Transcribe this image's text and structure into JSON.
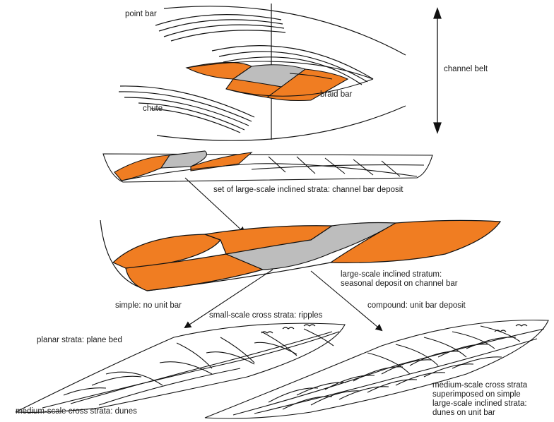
{
  "colors": {
    "orange": "#F07D22",
    "grey": "#BDBDBD",
    "line": "#111111"
  },
  "labels": {
    "point_bar": "point bar",
    "chute": "chute",
    "braid_bar": "braid bar",
    "channel_belt": "channel belt",
    "channel_bar_deposit": "set of large-scale inclined strata: channel bar deposit",
    "inclined_stratum_1": "large-scale inclined stratum:",
    "inclined_stratum_2": "seasonal deposit on channel bar",
    "simple": "simple: no unit bar",
    "compound": "compound: unit bar deposit",
    "ripples": "small-scale cross strata: ripples",
    "plane_bed": "planar strata: plane bed",
    "dunes": "medium-scale cross strata: dunes",
    "superimposed_1": "medium-scale cross strata",
    "superimposed_2": "superimposed on simple",
    "superimposed_3": "large-scale inclined strata:",
    "superimposed_4": "dunes on unit bar"
  }
}
